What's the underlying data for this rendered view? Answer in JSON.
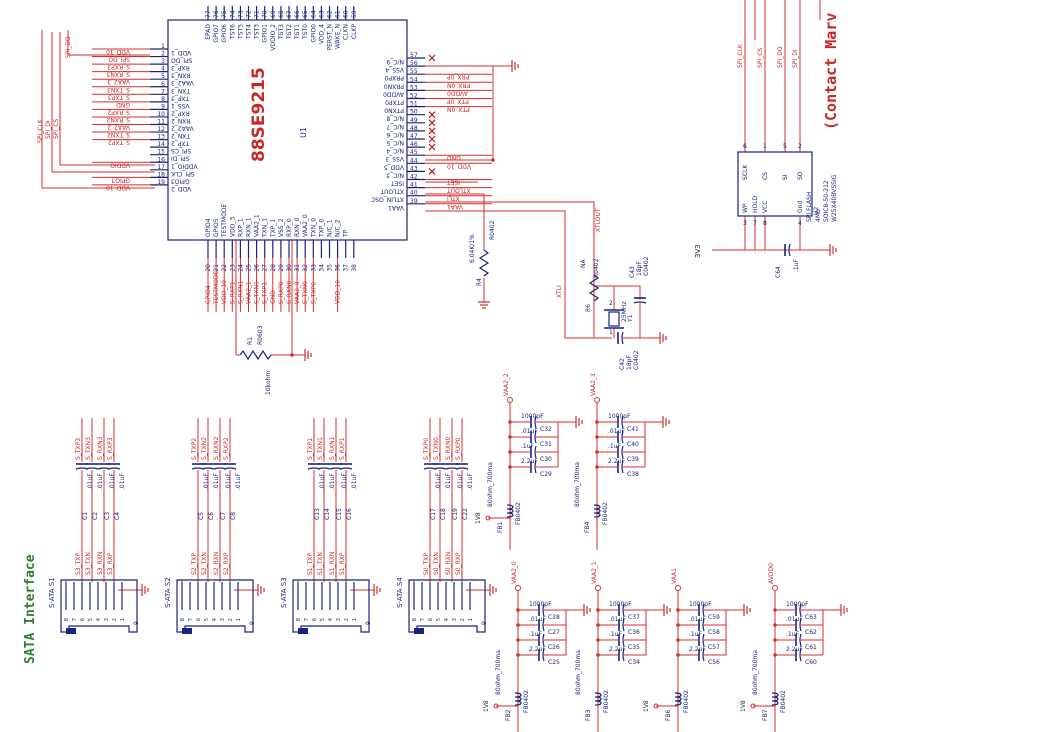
{
  "ic_u1": {
    "part": "88SE9215",
    "ref": "U1",
    "left_pins": [
      {
        "num": "1",
        "name": "VDD_1",
        "net": "VDD_10"
      },
      {
        "num": "2",
        "name": "SPI_DO",
        "net": "SPI_DO"
      },
      {
        "num": "3",
        "name": "RXP_3",
        "net": "S_RXP3"
      },
      {
        "num": "4",
        "name": "RXN_3",
        "net": "S_RXN3"
      },
      {
        "num": "5",
        "name": "VAA2_3",
        "net": "VAA2_3"
      },
      {
        "num": "6",
        "name": "TXN_3",
        "net": "S_TXN3"
      },
      {
        "num": "7",
        "name": "TXP_3",
        "net": "S_TXP3"
      },
      {
        "num": "8",
        "name": "VSS_1",
        "net": "GND"
      },
      {
        "num": "9",
        "name": "RXP_2",
        "net": "S_RXP2"
      },
      {
        "num": "10",
        "name": "RXN_2",
        "net": "S_RXN2"
      },
      {
        "num": "11",
        "name": "VAA2_2",
        "net": "VAA2_2"
      },
      {
        "num": "12",
        "name": "TXN_2",
        "net": "S_TXN2"
      },
      {
        "num": "13",
        "name": "TXP_2",
        "net": "S_TXP2"
      },
      {
        "num": "14",
        "name": "SPI_CS",
        "net": ""
      },
      {
        "num": "15",
        "name": "SPI_DI",
        "net": ""
      },
      {
        "num": "16",
        "name": "VDDIO_1",
        "net": "VDDIO"
      },
      {
        "num": "17",
        "name": "SPI_CLK",
        "net": ""
      },
      {
        "num": "18",
        "name": "GPIO3",
        "net": "GPIO3"
      },
      {
        "num": "19",
        "name": "VDD_2",
        "net": "VDD_10"
      }
    ],
    "right_pins": [
      {
        "num": "57",
        "name": "N/C_9",
        "net": ""
      },
      {
        "num": "56",
        "name": "VSS_4",
        "net": ""
      },
      {
        "num": "55",
        "name": "PRXP0",
        "net": "PRX_0P"
      },
      {
        "num": "54",
        "name": "PRXN0",
        "net": "PRX_0N"
      },
      {
        "num": "53",
        "name": "AVDD0",
        "net": "AVDD0"
      },
      {
        "num": "52",
        "name": "PTXP0",
        "net": "PTX_0P"
      },
      {
        "num": "51",
        "name": "PTXN0",
        "net": "PTX_0N"
      },
      {
        "num": "50",
        "name": "N/C_8",
        "net": ""
      },
      {
        "num": "49",
        "name": "N/C_7",
        "net": ""
      },
      {
        "num": "48",
        "name": "N/C_6",
        "net": ""
      },
      {
        "num": "47",
        "name": "N/C_5",
        "net": ""
      },
      {
        "num": "46",
        "name": "N/C_4",
        "net": ""
      },
      {
        "num": "45",
        "name": "VSS_3",
        "net": "GND"
      },
      {
        "num": "44",
        "name": "VDD_5",
        "net": "VDD_10"
      },
      {
        "num": "43",
        "name": "N/C_3",
        "net": ""
      },
      {
        "num": "42",
        "name": "ISET",
        "net": "ISET"
      },
      {
        "num": "41",
        "name": "XTLOUT",
        "net": "XTLOUT"
      },
      {
        "num": "40",
        "name": "XTLIN_OSC",
        "net": "XTLI"
      },
      {
        "num": "39",
        "name": "VAA1",
        "net": "VAA1"
      }
    ],
    "top_pins": [
      {
        "num": "77",
        "name": "EPAD"
      },
      {
        "num": "76",
        "name": "GPIO7"
      },
      {
        "num": "75",
        "name": "GPIO6"
      },
      {
        "num": "74",
        "name": "TST6"
      },
      {
        "num": "73",
        "name": "TST5"
      },
      {
        "num": "72",
        "name": "TST4"
      },
      {
        "num": "71",
        "name": "TST3"
      },
      {
        "num": "70",
        "name": "GPIO1"
      },
      {
        "num": "69",
        "name": "VDDIO_2"
      },
      {
        "num": "68",
        "name": "TST3"
      },
      {
        "num": "67",
        "name": "TST2"
      },
      {
        "num": "66",
        "name": "TST1"
      },
      {
        "num": "65",
        "name": "TST0"
      },
      {
        "num": "64",
        "name": "GPIO0"
      },
      {
        "num": "63",
        "name": "VDD_4"
      },
      {
        "num": "62",
        "name": "PERST_N"
      },
      {
        "num": "61",
        "name": "WAKE_N"
      },
      {
        "num": "60",
        "name": "CLKN"
      },
      {
        "num": "59",
        "name": "CLKP"
      }
    ],
    "bottom_pins": [
      {
        "num": "20",
        "name": "GPIO4",
        "net": "GPIO4"
      },
      {
        "num": "21",
        "name": "GPIO5",
        "net": "TESTMODE"
      },
      {
        "num": "22",
        "name": "TESTMODE",
        "net": "VDD_10"
      },
      {
        "num": "23",
        "name": "VDD_3",
        "net": "S_RXP1"
      },
      {
        "num": "24",
        "name": "RXP_1",
        "net": "S_RXN1"
      },
      {
        "num": "25",
        "name": "RXN_1",
        "net": "VAA2_1"
      },
      {
        "num": "26",
        "name": "VAA2_1",
        "net": "S_TXN1"
      },
      {
        "num": "27",
        "name": "TXN_1",
        "net": "S_TXP1"
      },
      {
        "num": "28",
        "name": "TXP_1",
        "net": "GND"
      },
      {
        "num": "29",
        "name": "VSS_2",
        "net": "S_RXP0"
      },
      {
        "num": "30",
        "name": "RXP_0",
        "net": "S_RXN0"
      },
      {
        "num": "31",
        "name": "RXN_0",
        "net": "VAA2_0"
      },
      {
        "num": "32",
        "name": "VAA2_0",
        "net": "S_TXN0"
      },
      {
        "num": "33",
        "name": "TXN_0",
        "net": "S_TXP0"
      },
      {
        "num": "34",
        "name": "TXP_0",
        "net": ""
      },
      {
        "num": "35",
        "name": "N/C_1",
        "net": ""
      },
      {
        "num": "36",
        "name": "N/C_2",
        "net": "VDD_10"
      },
      {
        "num": "37",
        "name": "TP",
        "net": ""
      },
      {
        "num": "38",
        "name": "",
        "net": ""
      }
    ]
  },
  "nets_left_offpage": {
    "spi_do": "SPI_DO",
    "spi_clk": "SPI_CLK",
    "spi_di": "SPI_DI",
    "spi_cs": "SPI_CS"
  },
  "r4": {
    "ref": "R4",
    "value": "6.04K/1%",
    "pkg": "R0402"
  },
  "r6": {
    "ref": "R6",
    "value": "NA",
    "pkg": "R0402"
  },
  "r1": {
    "ref": "R1",
    "value": "10kohm",
    "pkg": "R0603"
  },
  "y1": {
    "ref": "Y1",
    "value": "25MHz",
    "pins": [
      "1",
      "2"
    ]
  },
  "c43": {
    "ref": "C43",
    "value": "18pF",
    "pkg": "C0402"
  },
  "c42": {
    "ref": "C42",
    "value": "18pF",
    "pkg": "C0402"
  },
  "xtal_nets": {
    "xtlout": "XTLOUT",
    "xtli": "XTLI"
  },
  "u2": {
    "ref": "U2",
    "desc": "SPI FLASH",
    "size": "4Mb",
    "pkg": "SOIC8-50-212",
    "part": "W25X40BVSSIG",
    "pins_top": [
      {
        "num": "6",
        "name": "SCLK"
      },
      {
        "num": "1",
        "name": "CS"
      },
      {
        "num": "5",
        "name": "SI"
      },
      {
        "num": "2",
        "name": "SO"
      }
    ],
    "pins_bottom": [
      {
        "num": "3",
        "name": "WP"
      },
      {
        "num": "7",
        "name": "HOLD"
      },
      {
        "num": "8",
        "name": "VCC"
      },
      {
        "num": "4",
        "name": "Gnd"
      }
    ],
    "nets": [
      "SPI_CLK",
      "SPI_CS",
      "SPI_DO",
      "SPI_DI"
    ]
  },
  "c64": {
    "ref": "C64",
    "value": ".1uF"
  },
  "rail_3v3": "3V3",
  "contact_note": "(Contact Marv",
  "sata_title": "SATA Interface",
  "sata_ports": [
    {
      "ref": "S-ATA S1",
      "nets_top": [
        "S_TXP3",
        "S_TXN3",
        "S_RXN3",
        "S_RXP3"
      ],
      "caps": [
        "C1",
        "C2",
        "C3",
        "C4"
      ],
      "cap_val": ".01uF",
      "nets_bot": [
        "S3_TXP",
        "S3_TXN",
        "S3_RXN",
        "S3_RXP"
      ]
    },
    {
      "ref": "S-ATA S2",
      "nets_top": [
        "S_TXP2",
        "S_TXN2",
        "S_RXN2",
        "S_RXP2"
      ],
      "caps": [
        "C5",
        "C6",
        "C7",
        "C8"
      ],
      "cap_val": ".01uF",
      "nets_bot": [
        "S2_TXP",
        "S2_TXN",
        "S2_RXN",
        "S2_RXP"
      ]
    },
    {
      "ref": "S-ATA S3",
      "nets_top": [
        "S_TXP1",
        "S_TXN1",
        "S_RXN1",
        "S_RXP1"
      ],
      "caps": [
        "C13",
        "C14",
        "C15",
        "C16"
      ],
      "cap_val": ".01uF",
      "nets_bot": [
        "S1_TXP",
        "S1_TXN",
        "S1_RXN",
        "S1_RXP"
      ]
    },
    {
      "ref": "S-ATA S4",
      "nets_top": [
        "S_TXP0",
        "S_TXN0",
        "S_RXN0",
        "S_RXP0"
      ],
      "caps": [
        "C17",
        "C18",
        "C19",
        "C22"
      ],
      "cap_val": ".01uF",
      "nets_bot": [
        "S0_TXP",
        "S0_TXN",
        "S0_RXN",
        "S0_RXP"
      ]
    }
  ],
  "sata_pin_nums": [
    "8",
    "7",
    "6",
    "5",
    "4",
    "3",
    "2",
    "1"
  ],
  "power_filters": [
    {
      "rail": "VAA2_2",
      "fb": "FB1",
      "fb_pkg": "FB0402",
      "fb_val": "80ohm_700ma",
      "caps": [
        {
          "ref": "C32",
          "val": "1000pF"
        },
        {
          "ref": "C31",
          "val": ".01uF"
        },
        {
          "ref": "C30",
          "val": ".1uF"
        },
        {
          "ref": "C29",
          "val": "2.2uF"
        }
      ],
      "src": "1V8"
    },
    {
      "rail": "VAA2_3",
      "fb": "FB4",
      "fb_pkg": "FB0402",
      "fb_val": "80ohm_700ma",
      "caps": [
        {
          "ref": "C41",
          "val": "1000pF"
        },
        {
          "ref": "C40",
          "val": ".01uF"
        },
        {
          "ref": "C39",
          "val": ".1uF"
        },
        {
          "ref": "C38",
          "val": "2.2uF"
        }
      ],
      "src": ""
    },
    {
      "rail": "VAA2_0",
      "fb": "FB2",
      "fb_pkg": "FB0402",
      "fb_val": "80ohm_700ma",
      "caps": [
        {
          "ref": "C28",
          "val": "1000pF"
        },
        {
          "ref": "C27",
          "val": ".01uF"
        },
        {
          "ref": "C26",
          "val": ".1uF"
        },
        {
          "ref": "C25",
          "val": "2.2uF"
        }
      ],
      "src": "1V8"
    },
    {
      "rail": "VAA2_1",
      "fb": "FB3",
      "fb_pkg": "FB0402",
      "fb_val": "80ohm_700ma",
      "caps": [
        {
          "ref": "C37",
          "val": "1000pF"
        },
        {
          "ref": "C36",
          "val": ".01uF"
        },
        {
          "ref": "C35",
          "val": ".1uF"
        },
        {
          "ref": "C34",
          "val": "2.2uF"
        }
      ],
      "src": ""
    },
    {
      "rail": "VAA1",
      "fb": "FB6",
      "fb_pkg": "FB0402",
      "fb_val": "",
      "caps": [
        {
          "ref": "C59",
          "val": "1000pF"
        },
        {
          "ref": "C58",
          "val": ".01uF"
        },
        {
          "ref": "C57",
          "val": ".1uF"
        },
        {
          "ref": "C56",
          "val": "2.2uF"
        }
      ],
      "src": "1V8"
    },
    {
      "rail": "AVDD0",
      "fb": "FB7",
      "fb_pkg": "FB0402",
      "fb_val": "80ohm_700ma",
      "caps": [
        {
          "ref": "C63",
          "val": "1000pF"
        },
        {
          "ref": "C62",
          "val": ".01uF"
        },
        {
          "ref": "C61",
          "val": ".1uF"
        },
        {
          "ref": "C60",
          "val": "2.2uF"
        }
      ],
      "src": "1V8"
    }
  ],
  "colors": {
    "symbol": "#1a237e",
    "net": "#c62828",
    "title": "#2e7d32"
  }
}
